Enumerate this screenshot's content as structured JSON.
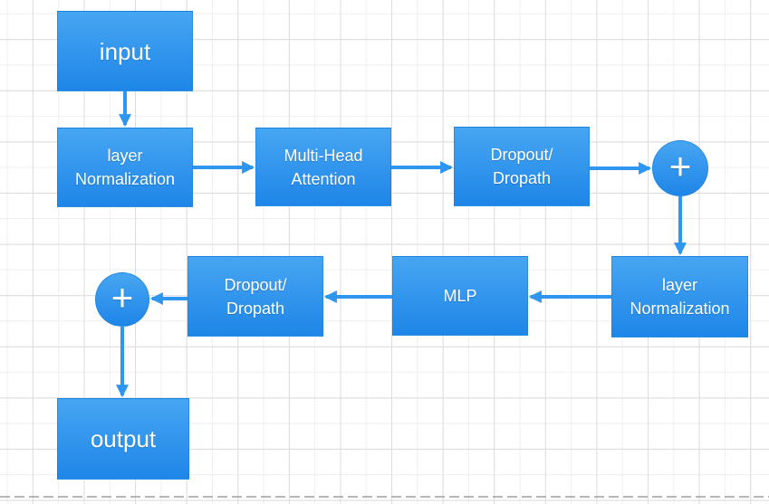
{
  "diagram": {
    "nodes": [
      {
        "id": "input",
        "shape": "rect",
        "label": "input"
      },
      {
        "id": "layer-norm-1",
        "shape": "rect",
        "label": "layer\nNormalization"
      },
      {
        "id": "multi-head-attention",
        "shape": "rect",
        "label": "Multi-Head\nAttention"
      },
      {
        "id": "dropout-dropath-1",
        "shape": "rect",
        "label": "Dropout/\nDropath"
      },
      {
        "id": "add-1",
        "shape": "circle",
        "label": "+"
      },
      {
        "id": "layer-norm-2",
        "shape": "rect",
        "label": "layer\nNormalization"
      },
      {
        "id": "mlp",
        "shape": "rect",
        "label": "MLP"
      },
      {
        "id": "dropout-dropath-2",
        "shape": "rect",
        "label": "Dropout/\nDropath"
      },
      {
        "id": "add-2",
        "shape": "circle",
        "label": "+"
      },
      {
        "id": "output",
        "shape": "rect",
        "label": "output"
      }
    ],
    "edges": [
      {
        "from": "input",
        "to": "layer-norm-1"
      },
      {
        "from": "layer-norm-1",
        "to": "multi-head-attention"
      },
      {
        "from": "multi-head-attention",
        "to": "dropout-dropath-1"
      },
      {
        "from": "dropout-dropath-1",
        "to": "add-1"
      },
      {
        "from": "add-1",
        "to": "layer-norm-2"
      },
      {
        "from": "layer-norm-2",
        "to": "mlp"
      },
      {
        "from": "mlp",
        "to": "dropout-dropath-2"
      },
      {
        "from": "dropout-dropath-2",
        "to": "add-2"
      },
      {
        "from": "add-2",
        "to": "output"
      }
    ]
  },
  "colors": {
    "node_top": "#47a6f2",
    "node_bottom": "#1e86e8",
    "arrow": "#2e96f0",
    "grid_minor": "#efefef",
    "grid_major": "#dddddd",
    "page_break": "#9e9e9e",
    "label_text": "#ffffff"
  }
}
